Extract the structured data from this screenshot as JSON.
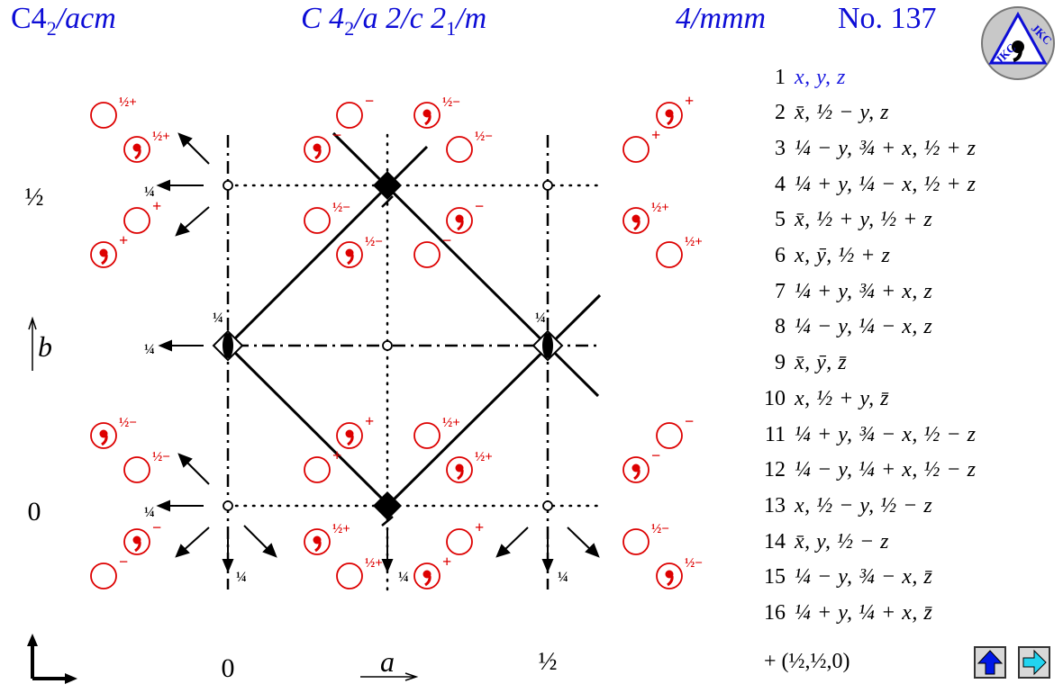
{
  "header": {
    "short_symbol_main": "C4",
    "short_symbol_sub": "2",
    "short_symbol_rest": "/acm",
    "full_symbol_a": "C 4",
    "full_symbol_sub1": "2",
    "full_symbol_b": "/a 2/c 2",
    "full_symbol_sub2": "1",
    "full_symbol_c": "/m",
    "point_group": "4/mmm",
    "number_label": "No. 137"
  },
  "logo": {
    "text_top": "JKC",
    "text_bottom": "JKC"
  },
  "axes": {
    "b_label": "b",
    "a_label": "a",
    "y_half": "½",
    "y_zero": "0",
    "x_zero": "0",
    "x_half": "½"
  },
  "diagram_labels": {
    "quarter": "¼",
    "half_plus": "½+",
    "half_minus": "½−",
    "plus": "+",
    "minus": "−"
  },
  "colors": {
    "header": "#0d0dd6",
    "symbols": "#dd0000",
    "first_op": "#1a1ae0"
  },
  "operations": [
    {
      "num": "1",
      "expr": "x, y, z"
    },
    {
      "num": "2",
      "expr": "x̄, ½ − y, z"
    },
    {
      "num": "3",
      "expr": "¼ − y, ¾ + x, ½ + z"
    },
    {
      "num": "4",
      "expr": "¼ + y, ¼ − x, ½ + z"
    },
    {
      "num": "5",
      "expr": "x̄, ½ + y, ½ + z"
    },
    {
      "num": "6",
      "expr": "x, ȳ, ½ + z"
    },
    {
      "num": "7",
      "expr": "¼ + y, ¾ + x, z"
    },
    {
      "num": "8",
      "expr": "¼ − y, ¼ − x, z"
    },
    {
      "num": "9",
      "expr": "x̄, ȳ, z̄"
    },
    {
      "num": "10",
      "expr": "x, ½ + y, z̄"
    },
    {
      "num": "11",
      "expr": "¼ + y, ¾ − x, ½ − z"
    },
    {
      "num": "12",
      "expr": "¼ − y, ¼ + x, ½ − z"
    },
    {
      "num": "13",
      "expr": "x, ½ − y, ½ − z"
    },
    {
      "num": "14",
      "expr": "x̄, y, ½ − z"
    },
    {
      "num": "15",
      "expr": "¼ − y, ¾ − x, z̄"
    },
    {
      "num": "16",
      "expr": "¼ + y, ¼ + x, z̄"
    }
  ],
  "centering": "+ (½,½,0)",
  "navigation": {
    "up_icon": "arrow-up-icon",
    "next_icon": "arrow-right-icon"
  }
}
